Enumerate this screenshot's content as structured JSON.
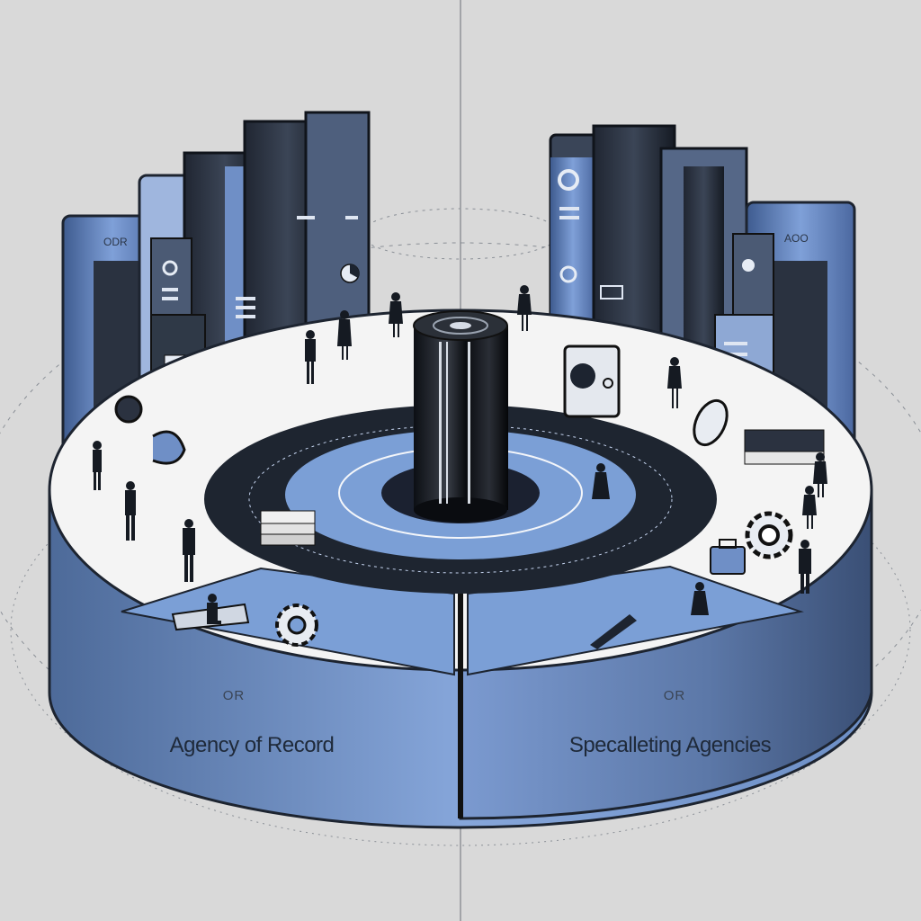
{
  "left_panel": {
    "connector": "OR",
    "title": "Agency of Record"
  },
  "right_panel": {
    "connector": "OR",
    "title": "Specalleting Agencies"
  },
  "tower_tags": {
    "left": "ODR",
    "right": "AOO"
  },
  "colors": {
    "background": "#d9d9d9",
    "accent_blue": "#7b9fd6",
    "dark": "#1d2430",
    "platform_top": "#f4f4f4"
  },
  "icons": [
    "gear-icon",
    "briefcase-icon",
    "pen-icon",
    "book-stack-icon",
    "camera-icon",
    "lens-icon",
    "document-icon",
    "magnet-icon"
  ]
}
